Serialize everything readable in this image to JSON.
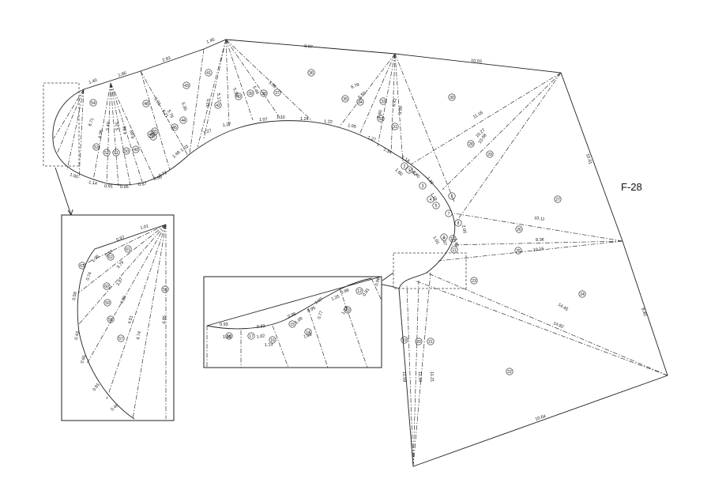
{
  "drawing_id": "F-28",
  "outline_dims": [
    "1.45",
    "9.97",
    "10.03",
    "10.61",
    "8.40",
    "10.64",
    "2.93",
    "1.86",
    "1.40"
  ],
  "ray_dims": [
    "11.18",
    "10.27",
    "10.08",
    "10.11",
    "9.36",
    "10.16",
    "14.45",
    "14.82",
    "11.59",
    "11.36",
    "11.21",
    "6.79",
    "6.50",
    "6.60",
    "6.42",
    "5.99",
    "5.46",
    "5.39",
    "5.17",
    "5.26",
    "5.36",
    "6.21",
    "5.75",
    "5.30",
    "5.91",
    "6.71",
    "6.95",
    "5.40",
    "5.25",
    "4.96",
    "6.68"
  ],
  "edge_dims": [
    "1.27",
    "1.27",
    "1.07",
    "1.10",
    "1.24",
    "1.22",
    "1.05",
    "1.27",
    "1.34",
    "1.14",
    "1.62",
    "1.00",
    "1.14",
    "0.91",
    "0.95",
    "0.97",
    "0.90",
    "0.72",
    "1.48",
    "1.03",
    "1.18",
    "1.80",
    "1.40",
    "1.39",
    "2.00",
    "1.37",
    "1.45",
    "1.01"
  ],
  "panels": [
    "1",
    "2",
    "3",
    "4",
    "5",
    "6",
    "7",
    "8",
    "9",
    "10",
    "11",
    "12",
    "13",
    "14",
    "15",
    "16",
    "17",
    "18",
    "19",
    "20",
    "21",
    "22",
    "23",
    "24",
    "25",
    "26",
    "27",
    "28",
    "29",
    "30",
    "31",
    "32",
    "33",
    "34",
    "35",
    "36",
    "37",
    "38",
    "39",
    "40",
    "41",
    "42",
    "43",
    "44",
    "45",
    "46",
    "47",
    "48",
    "49",
    "50",
    "51",
    "52",
    "53",
    "54",
    "55",
    "56",
    "57",
    "58",
    "59",
    "60",
    "61",
    "62",
    "63"
  ],
  "detail_left_dims": [
    "1.01",
    "0.97",
    "0.44",
    "1.36",
    "0.74",
    "0.58",
    "0.43",
    "0.65",
    "0.91",
    "0.46",
    "3.79",
    "3.97",
    "4.09",
    "4.51",
    "4.74",
    "4.95"
  ],
  "detail_mid_dims": [
    "0.93",
    "1.09",
    "0.93",
    "1.02",
    "1.13",
    "0.95",
    "1.09",
    "0.95",
    "1.07",
    "1.25",
    "0.99",
    "0.77",
    "1.13",
    "1.20",
    "0.96",
    "0.81"
  ]
}
